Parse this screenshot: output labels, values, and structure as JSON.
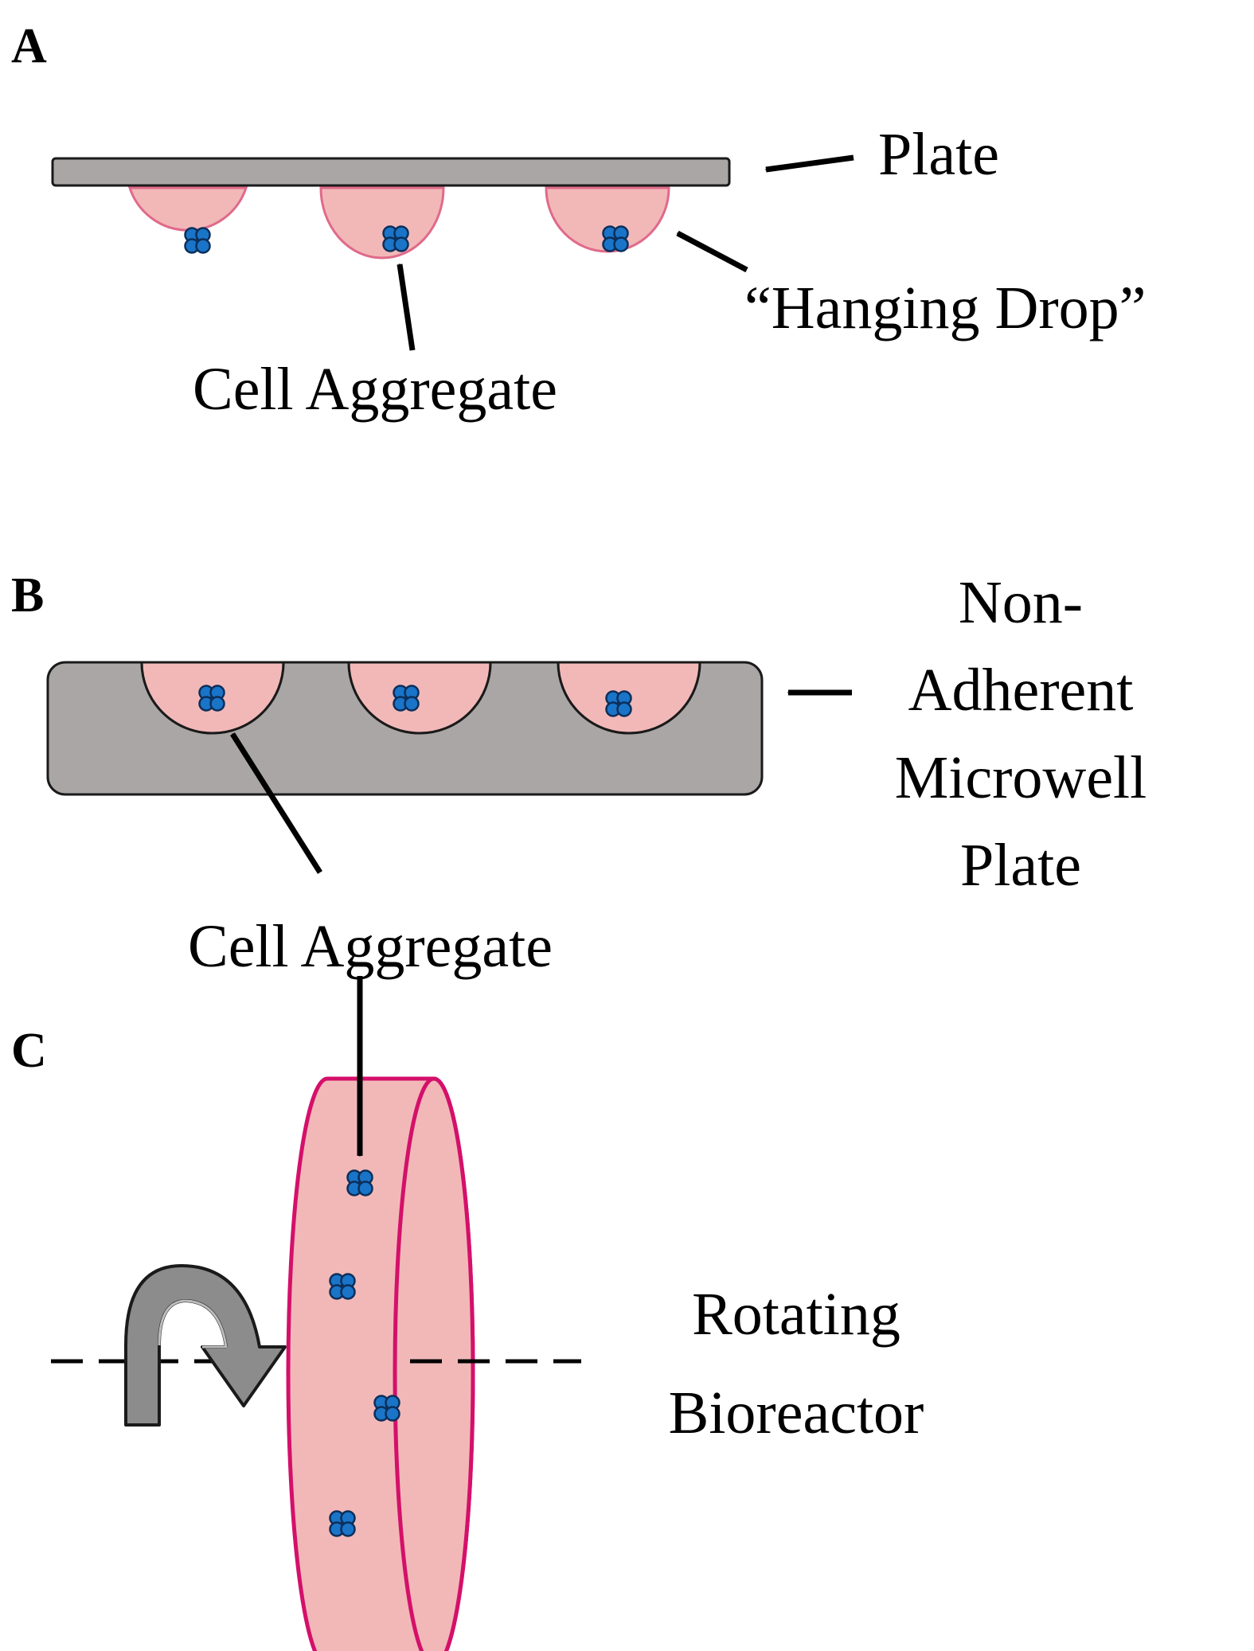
{
  "panel_a": {
    "letter": "A",
    "plate_label": "Plate",
    "drop_label": "“Hanging Drop”",
    "aggregate_label": "Cell Aggregate"
  },
  "panel_b": {
    "letter": "B",
    "plate_label_lines": [
      "Non-",
      "Adherent",
      "Microwell",
      "Plate"
    ],
    "aggregate_label": "Cell Aggregate"
  },
  "panel_c": {
    "letter": "C",
    "reactor_label_lines": [
      "Rotating",
      "Bioreactor"
    ]
  },
  "colors": {
    "plate_gray": "#aaa6a6",
    "drop_pink": "#f2b8b8",
    "drop_edge": "#e06a8a",
    "reactor_edge": "#d4106a",
    "cell_blue": "#1a74c8",
    "arrow_gray": "#8c8c8c"
  }
}
